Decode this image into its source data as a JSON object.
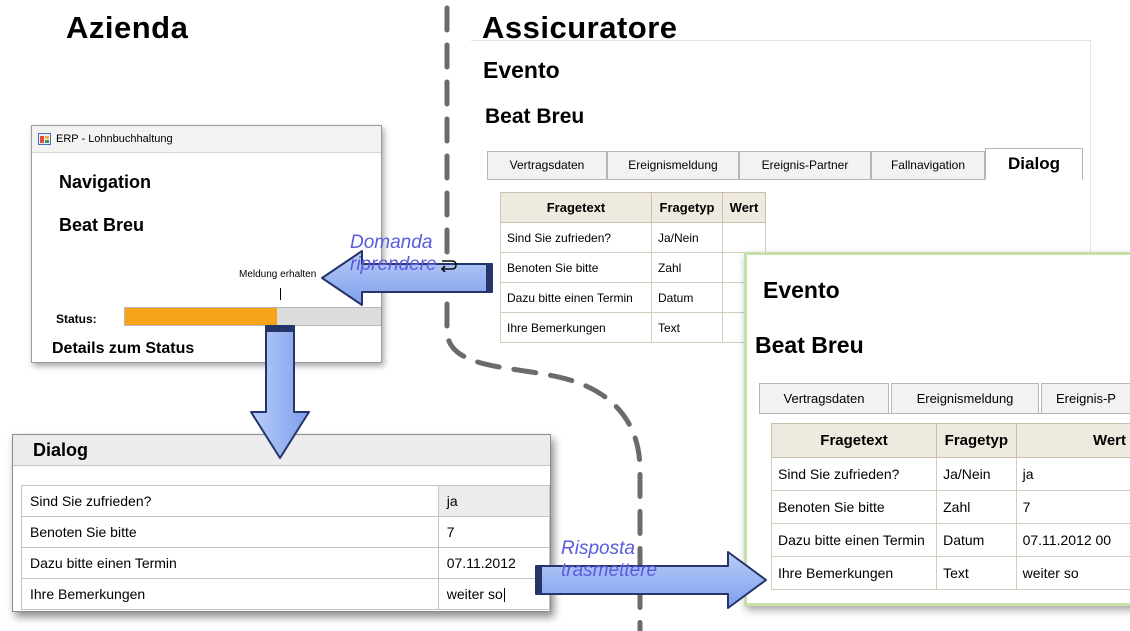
{
  "left_heading": "Azienda",
  "right_heading": "Assicuratore",
  "erp": {
    "window_title": "ERP - Lohnbuchhaltung",
    "nav_title": "Navigation",
    "person": "Beat Breu",
    "marker_label": "Meldung erhalten",
    "status_label": "Status:",
    "status_progress": 0.58,
    "details_heading": "Details zum Status",
    "colors": {
      "progress": "#f6a31a"
    }
  },
  "dialog": {
    "title": "Dialog",
    "rows": [
      {
        "question": "Sind Sie zufrieden?",
        "answer": "ja"
      },
      {
        "question": "Benoten Sie bitte",
        "answer": "7"
      },
      {
        "question": "Dazu bitte einen Termin",
        "answer": "07.11.2012"
      },
      {
        "question": "Ihre Bemerkungen",
        "answer": "weiter so"
      }
    ]
  },
  "insurer_request": {
    "panel_title": "Evento",
    "person": "Beat Breu",
    "tabs": [
      "Vertragsdaten",
      "Ereignismeldung",
      "Ereignis-Partner",
      "Fallnavigation",
      "Dialog"
    ],
    "active_tab": "Dialog",
    "columns": [
      "Fragetext",
      "Fragetyp",
      "Wert"
    ],
    "rows": [
      {
        "text": "Sind Sie zufrieden?",
        "type": "Ja/Nein",
        "value": ""
      },
      {
        "text": "Benoten Sie bitte",
        "type": "Zahl",
        "value": ""
      },
      {
        "text": "Dazu bitte einen Termin",
        "type": "Datum",
        "value": ""
      },
      {
        "text": "Ihre Bemerkungen",
        "type": "Text",
        "value": ""
      }
    ]
  },
  "insurer_response": {
    "panel_title": "Evento",
    "person": "Beat Breu",
    "tabs": [
      "Vertragsdaten",
      "Ereignismeldung",
      "Ereignis-P"
    ],
    "columns": [
      "Fragetext",
      "Fragetyp",
      "Wert"
    ],
    "rows": [
      {
        "text": "Sind Sie zufrieden?",
        "type": "Ja/Nein",
        "value": "ja"
      },
      {
        "text": "Benoten Sie bitte",
        "type": "Zahl",
        "value": "7"
      },
      {
        "text": "Dazu bitte einen Termin",
        "type": "Datum",
        "value": "07.11.2012 00"
      },
      {
        "text": "Ihre Bemerkungen",
        "type": "Text",
        "value": "weiter so"
      }
    ]
  },
  "arrows": {
    "request": {
      "line1": "Domanda",
      "line2": "riprendere",
      "icon": "return-icon"
    },
    "response": {
      "line1": "Risposta",
      "line2": "trasmettere"
    },
    "colors": {
      "fill": "#98b4f4",
      "stroke": "#25356a",
      "label": "#5a5adf"
    }
  },
  "divider": {
    "style": "dashed",
    "color": "#6b6b6b"
  }
}
